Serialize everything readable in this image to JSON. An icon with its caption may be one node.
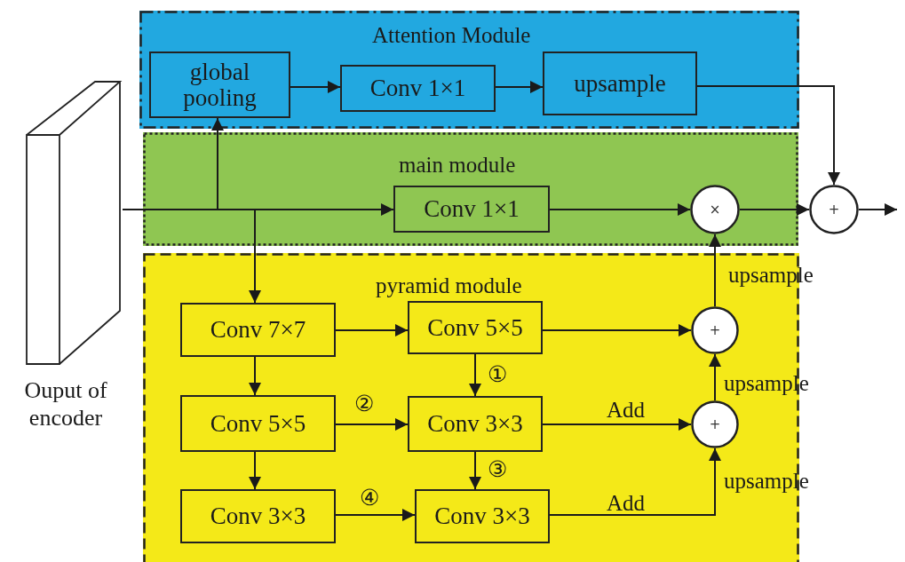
{
  "diagram": {
    "nodes": [
      {
        "text": [
          "Attention Module"
        ]
      },
      {
        "text": [
          "global pooling"
        ],
        "in": 0
      },
      {
        "text": [
          "Conv 1×1"
        ],
        "in": 0
      },
      {
        "text": [
          "upsample"
        ],
        "in": 0
      },
      {
        "text": [
          "main module"
        ]
      },
      {
        "text": [
          "Conv 1×1"
        ],
        "in": 4
      },
      {
        "text": [
          "×"
        ],
        "in": 4
      },
      {
        "text": [
          "+"
        ]
      },
      {
        "text": [
          "pyramid module"
        ]
      },
      {
        "text": [
          "Conv 7×7"
        ],
        "in": 8
      },
      {
        "text": [
          "Conv 5×5"
        ],
        "in": 8
      },
      {
        "text": [
          "+"
        ],
        "in": 8
      },
      {
        "text": [
          "Conv 5×5"
        ],
        "in": 8
      },
      {
        "text": [
          "Conv 3×3"
        ],
        "in": 8
      },
      {
        "text": [
          "+"
        ],
        "in": 8
      },
      {
        "text": [
          "Conv 3×3"
        ],
        "in": 8
      },
      {
        "text": [
          "Conv 3×3"
        ],
        "in": 8
      },
      {
        "text": [],
        "shape": "box",
        "beside": [
          "Ouput of encoder"
        ]
      }
    ],
    "edges": [
      {
        "from": 17,
        "to": 5,
        "arrow": "to"
      },
      {
        "from": 17,
        "to": 1,
        "arrow": "to"
      },
      {
        "from": 17,
        "to": 9,
        "arrow": "to"
      },
      {
        "from": 1,
        "to": 2,
        "arrow": "to"
      },
      {
        "from": 2,
        "to": 3,
        "arrow": "to"
      },
      {
        "from": 3,
        "to": 7,
        "arrow": "to"
      },
      {
        "from": 5,
        "to": 6,
        "arrow": "to"
      },
      {
        "from": 6,
        "to": 7,
        "arrow": "to"
      },
      {
        "from": 7,
        "to": null,
        "arrow": "to"
      },
      {
        "from": 9,
        "to": 10,
        "arrow": "to"
      },
      {
        "from": 9,
        "to": 12,
        "arrow": "to"
      },
      {
        "from": 12,
        "to": 15,
        "arrow": "to"
      },
      {
        "from": 10,
        "to": 13,
        "arrow": "to",
        "label": "①"
      },
      {
        "from": 12,
        "to": 13,
        "arrow": "to",
        "label": "②"
      },
      {
        "from": 13,
        "to": 16,
        "arrow": "to",
        "label": "③"
      },
      {
        "from": 15,
        "to": 16,
        "arrow": "to",
        "label": "④"
      },
      {
        "from": 10,
        "to": 11,
        "arrow": "to"
      },
      {
        "from": 13,
        "to": 14,
        "arrow": "to",
        "label": "Add"
      },
      {
        "from": 14,
        "to": 11,
        "arrow": "to",
        "label": "upsample"
      },
      {
        "from": 16,
        "to": 14,
        "arrow": "to",
        "label": "Add"
      },
      {
        "from": 11,
        "to": 6,
        "arrow": "to",
        "label": "upsample"
      }
    ],
    "labels": [
      "upsample"
    ]
  }
}
